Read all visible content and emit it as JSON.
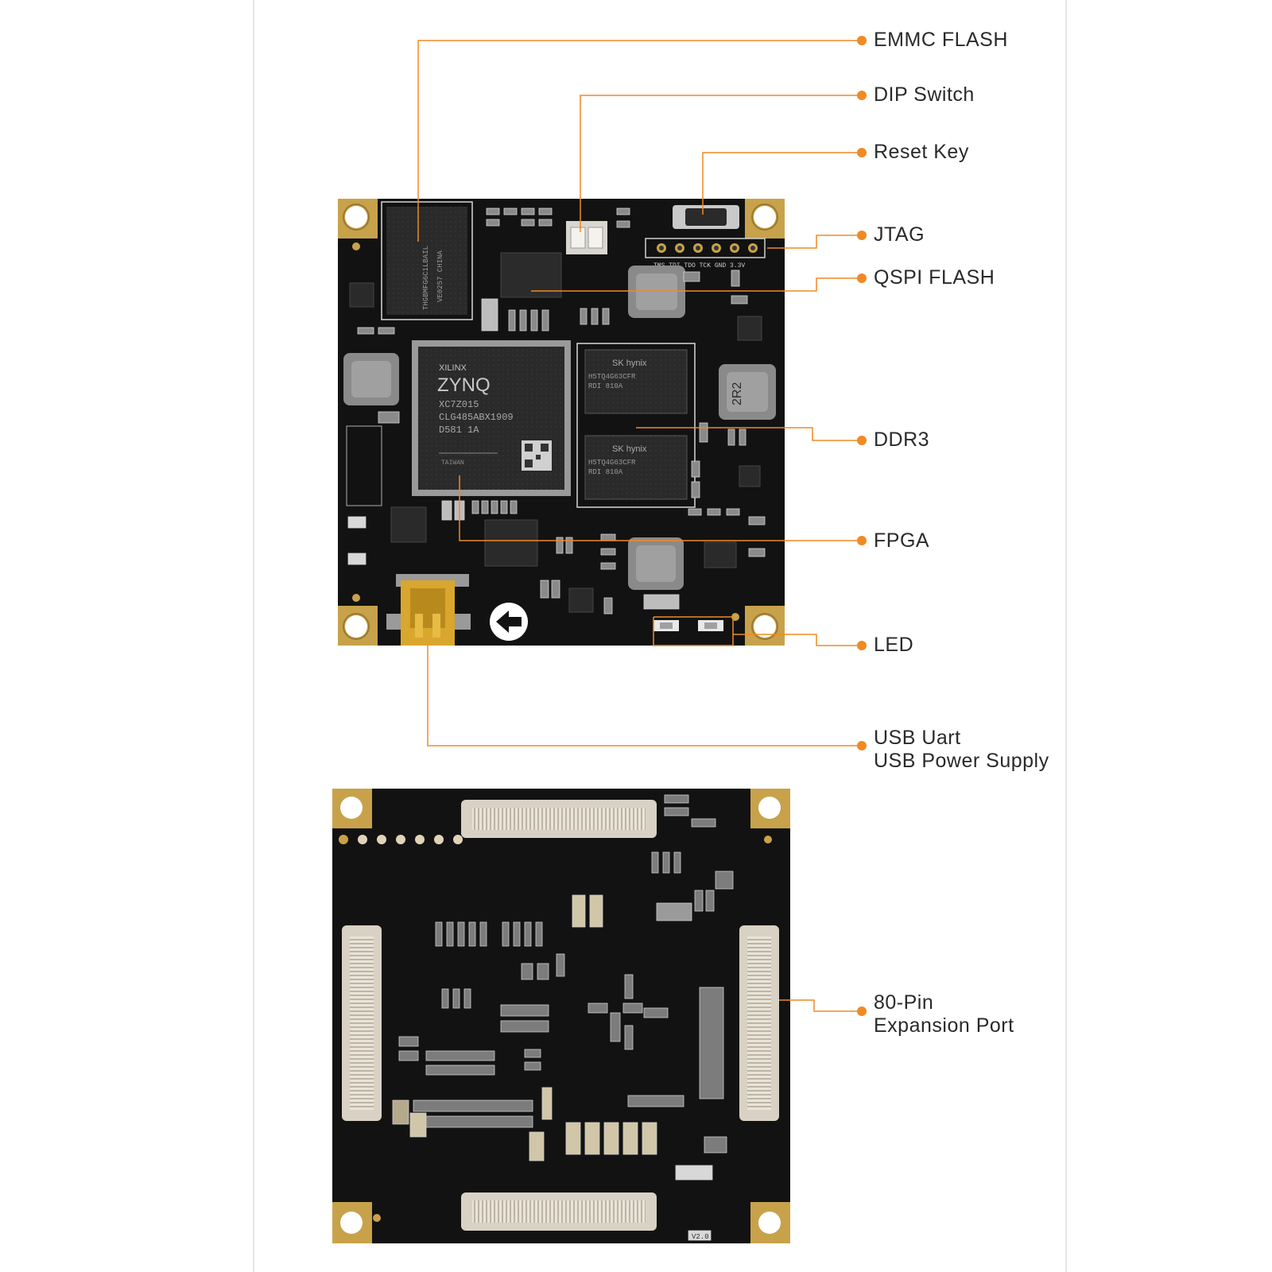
{
  "labels": {
    "emmc_flash": "EMMC FLASH",
    "dip_switch": "DIP Switch",
    "reset_key": "Reset Key",
    "jtag": "JTAG",
    "qspi_flash": "QSPI FLASH",
    "ddr3": "DDR3",
    "fpga": "FPGA",
    "led": "LED",
    "usb_uart": "USB Uart",
    "usb_power": "USB Power Supply",
    "expansion_line1": "80-Pin",
    "expansion_line2": "Expansion Port"
  },
  "chip_text": {
    "xilinx": "XILINX",
    "zynq": "ZYNQ",
    "part": "XC7Z015",
    "package": "CLG485ABX1909",
    "lot": "D581   1A",
    "origin": "TAIWAN",
    "emmc": "THGBMFG6C1LBAIL",
    "emmc_origin": "VE0257 CHINA",
    "ddr_brand": "SK hynix",
    "ddr_part": "H5TQ4G63CFR",
    "ddr_code": "RDI   810A",
    "jtag_pins": "TMS TDI TDO TCK GND 3.3V",
    "inductor": "2R2",
    "version": "V2.0"
  },
  "colors": {
    "accent": "#f08a24",
    "board": "#121212",
    "pad_gold": "#c8a24a",
    "usb_gold": "#d9a62e",
    "connector": "#ece6dc",
    "text": "#2a2a2a"
  }
}
